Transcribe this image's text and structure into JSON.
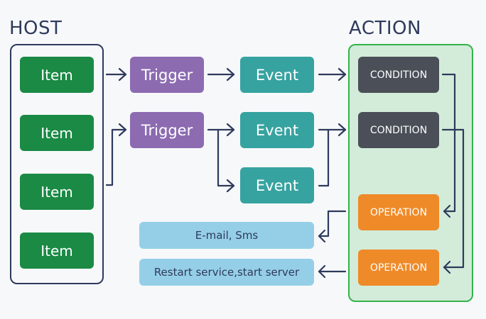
{
  "host": {
    "title": "HOST",
    "items": [
      "Item",
      "Item",
      "Item",
      "Item"
    ]
  },
  "triggers": [
    "Trigger",
    "Trigger"
  ],
  "events": [
    "Event",
    "Event",
    "Event"
  ],
  "action": {
    "title": "ACTION",
    "conditions": [
      "CONDITION",
      "CONDITION"
    ],
    "operations": [
      "OPERATION",
      "OPERATION"
    ]
  },
  "notifications": [
    "E-mail, Sms",
    "Restart service,start server"
  ],
  "colors": {
    "line": "#2e3a5c",
    "item": "#1a8a45",
    "trigger": "#8c6bb1",
    "event": "#36a3a0",
    "condition": "#4a4f58",
    "operation": "#ef8a28",
    "notification": "#95cfe7",
    "action_border": "#35b34a",
    "action_fill": "#d2ecd9"
  }
}
